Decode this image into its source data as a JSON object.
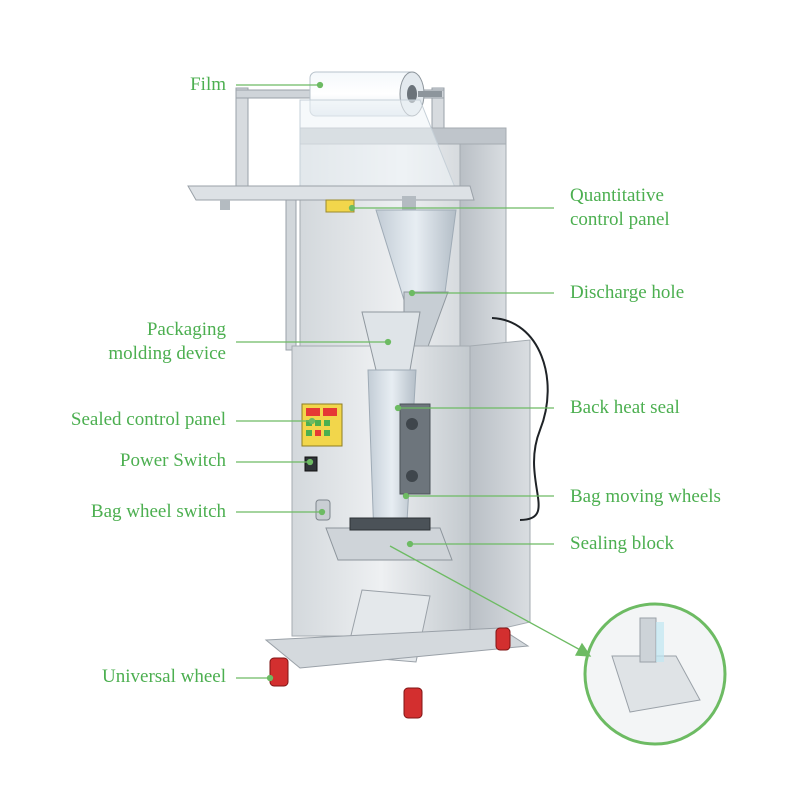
{
  "colors": {
    "label": "#4caf50",
    "leader": "#6dbb63",
    "steel_light": "#e9ecef",
    "steel_mid": "#c9ced3",
    "steel_dark": "#9aa1a8",
    "wheel_red": "#d32f2f",
    "display_red": "#e53935",
    "display_green": "#4caf50",
    "panel_yellow": "#f2d64b"
  },
  "labels": {
    "film": "Film",
    "quantitative_1": "Quantitative",
    "quantitative_2": "control panel",
    "discharge_hole": "Discharge hole",
    "packaging_1": "Packaging",
    "packaging_2": "molding device",
    "back_heat_seal": "Back heat seal",
    "sealed_control_panel": "Sealed control panel",
    "power_switch": "Power Switch",
    "bag_moving_wheels": "Bag moving wheels",
    "bag_wheel_switch": "Bag wheel switch",
    "sealing_block": "Sealing block",
    "universal_wheel": "Universal wheel"
  },
  "icons": {
    "leader_end": "dot-marker",
    "callout_end": "arrow-head"
  }
}
